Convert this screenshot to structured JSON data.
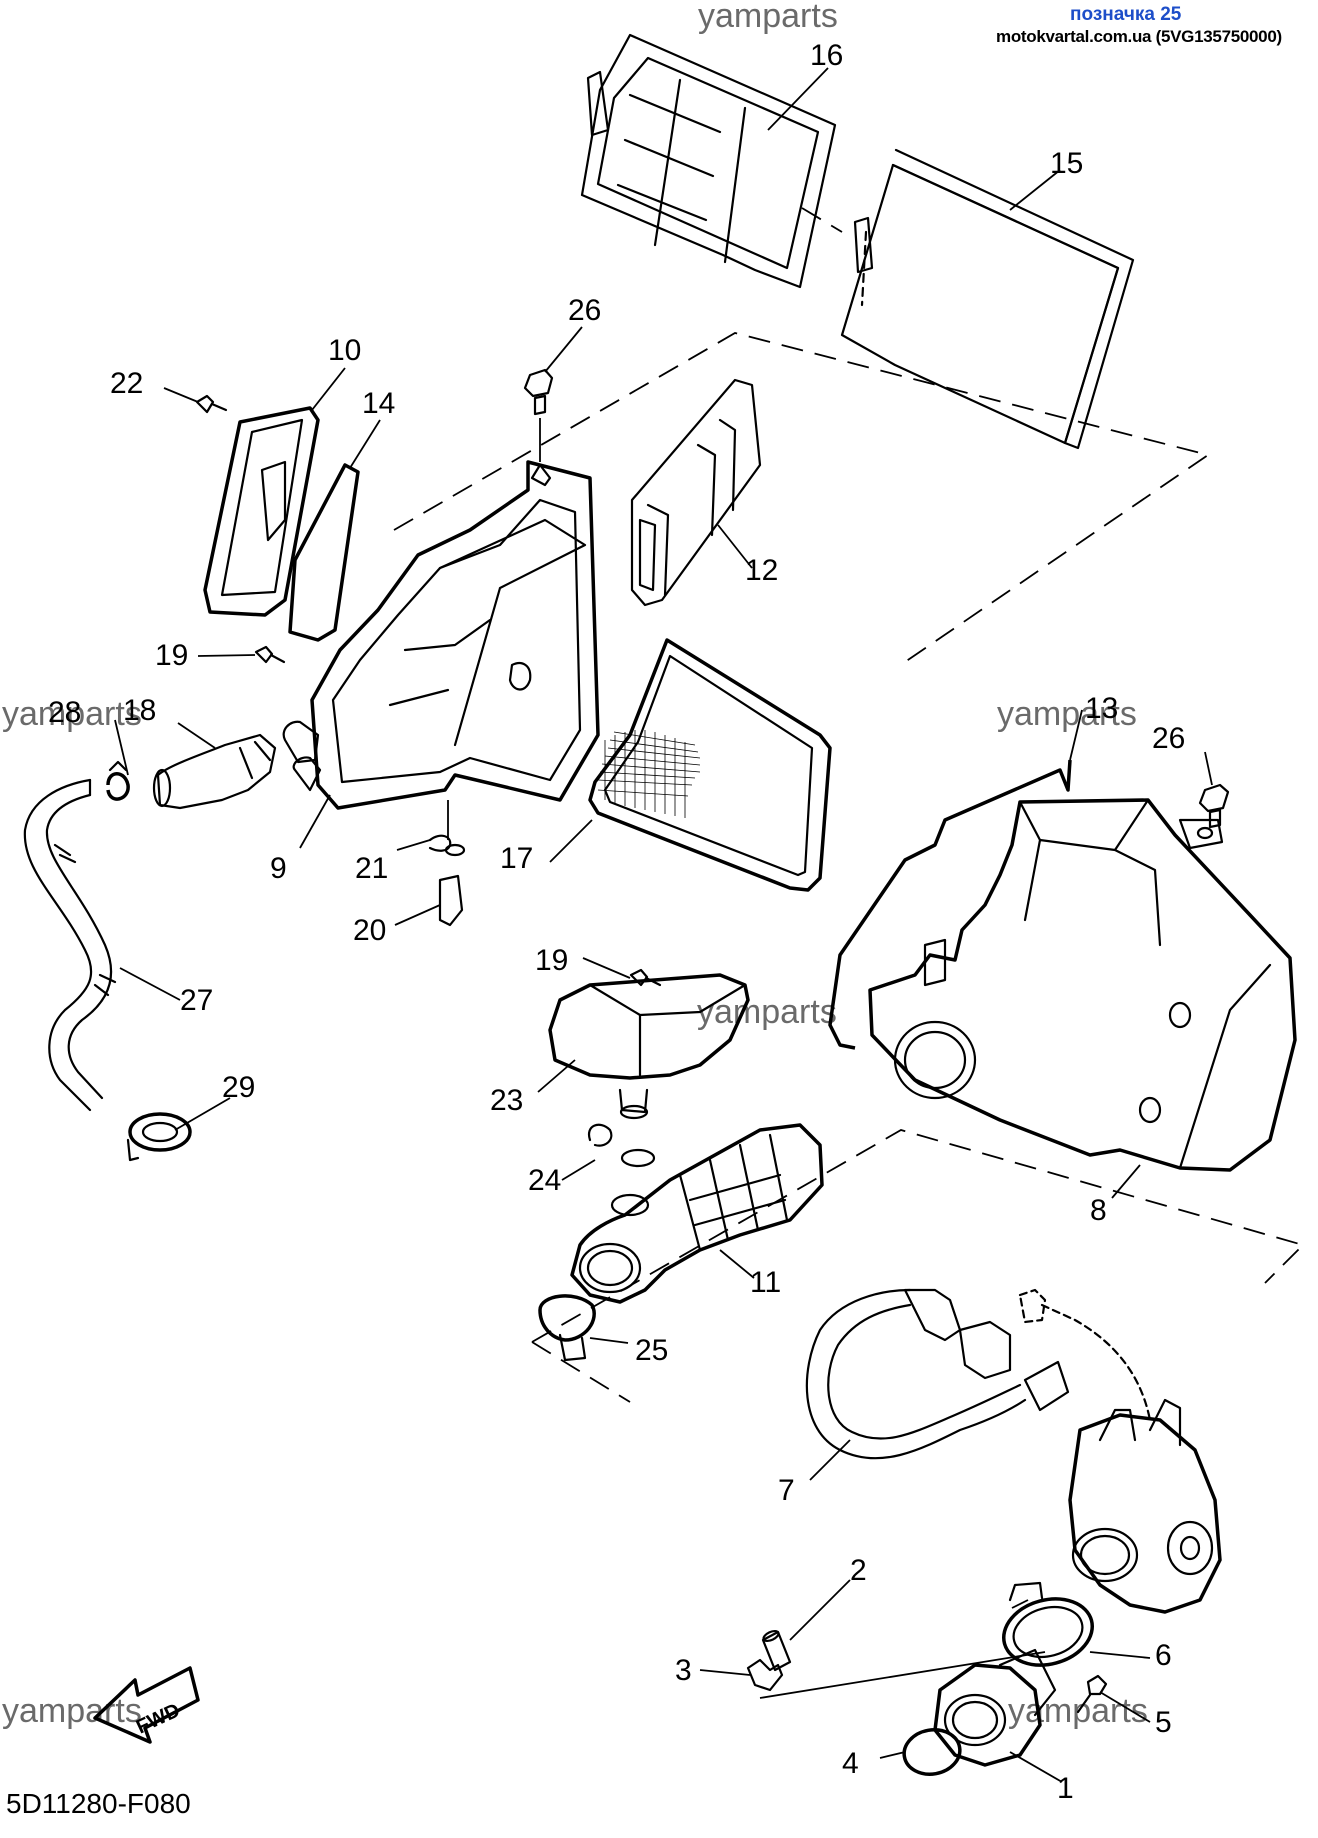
{
  "header": {
    "title": "позначка 25",
    "source": "motokvartal.com.ua (5VG135750000)"
  },
  "watermark": "yamparts",
  "diagram_code": "5D11280-F080",
  "fwd_label": "FWD",
  "parts": [
    {
      "id": "1",
      "label": "1"
    },
    {
      "id": "2",
      "label": "2"
    },
    {
      "id": "3",
      "label": "3"
    },
    {
      "id": "4",
      "label": "4"
    },
    {
      "id": "5",
      "label": "5"
    },
    {
      "id": "6",
      "label": "6"
    },
    {
      "id": "7",
      "label": "7"
    },
    {
      "id": "8",
      "label": "8"
    },
    {
      "id": "9",
      "label": "9"
    },
    {
      "id": "10",
      "label": "10"
    },
    {
      "id": "11",
      "label": "11"
    },
    {
      "id": "12",
      "label": "12"
    },
    {
      "id": "13",
      "label": "13"
    },
    {
      "id": "14",
      "label": "14"
    },
    {
      "id": "15",
      "label": "15"
    },
    {
      "id": "16",
      "label": "16"
    },
    {
      "id": "17",
      "label": "17"
    },
    {
      "id": "18",
      "label": "18"
    },
    {
      "id": "19a",
      "label": "19"
    },
    {
      "id": "19b",
      "label": "19"
    },
    {
      "id": "20",
      "label": "20"
    },
    {
      "id": "21",
      "label": "21"
    },
    {
      "id": "22",
      "label": "22"
    },
    {
      "id": "23",
      "label": "23"
    },
    {
      "id": "24",
      "label": "24"
    },
    {
      "id": "25",
      "label": "25"
    },
    {
      "id": "26a",
      "label": "26"
    },
    {
      "id": "26b",
      "label": "26"
    },
    {
      "id": "27",
      "label": "27"
    },
    {
      "id": "28",
      "label": "28"
    },
    {
      "id": "29",
      "label": "29"
    }
  ]
}
